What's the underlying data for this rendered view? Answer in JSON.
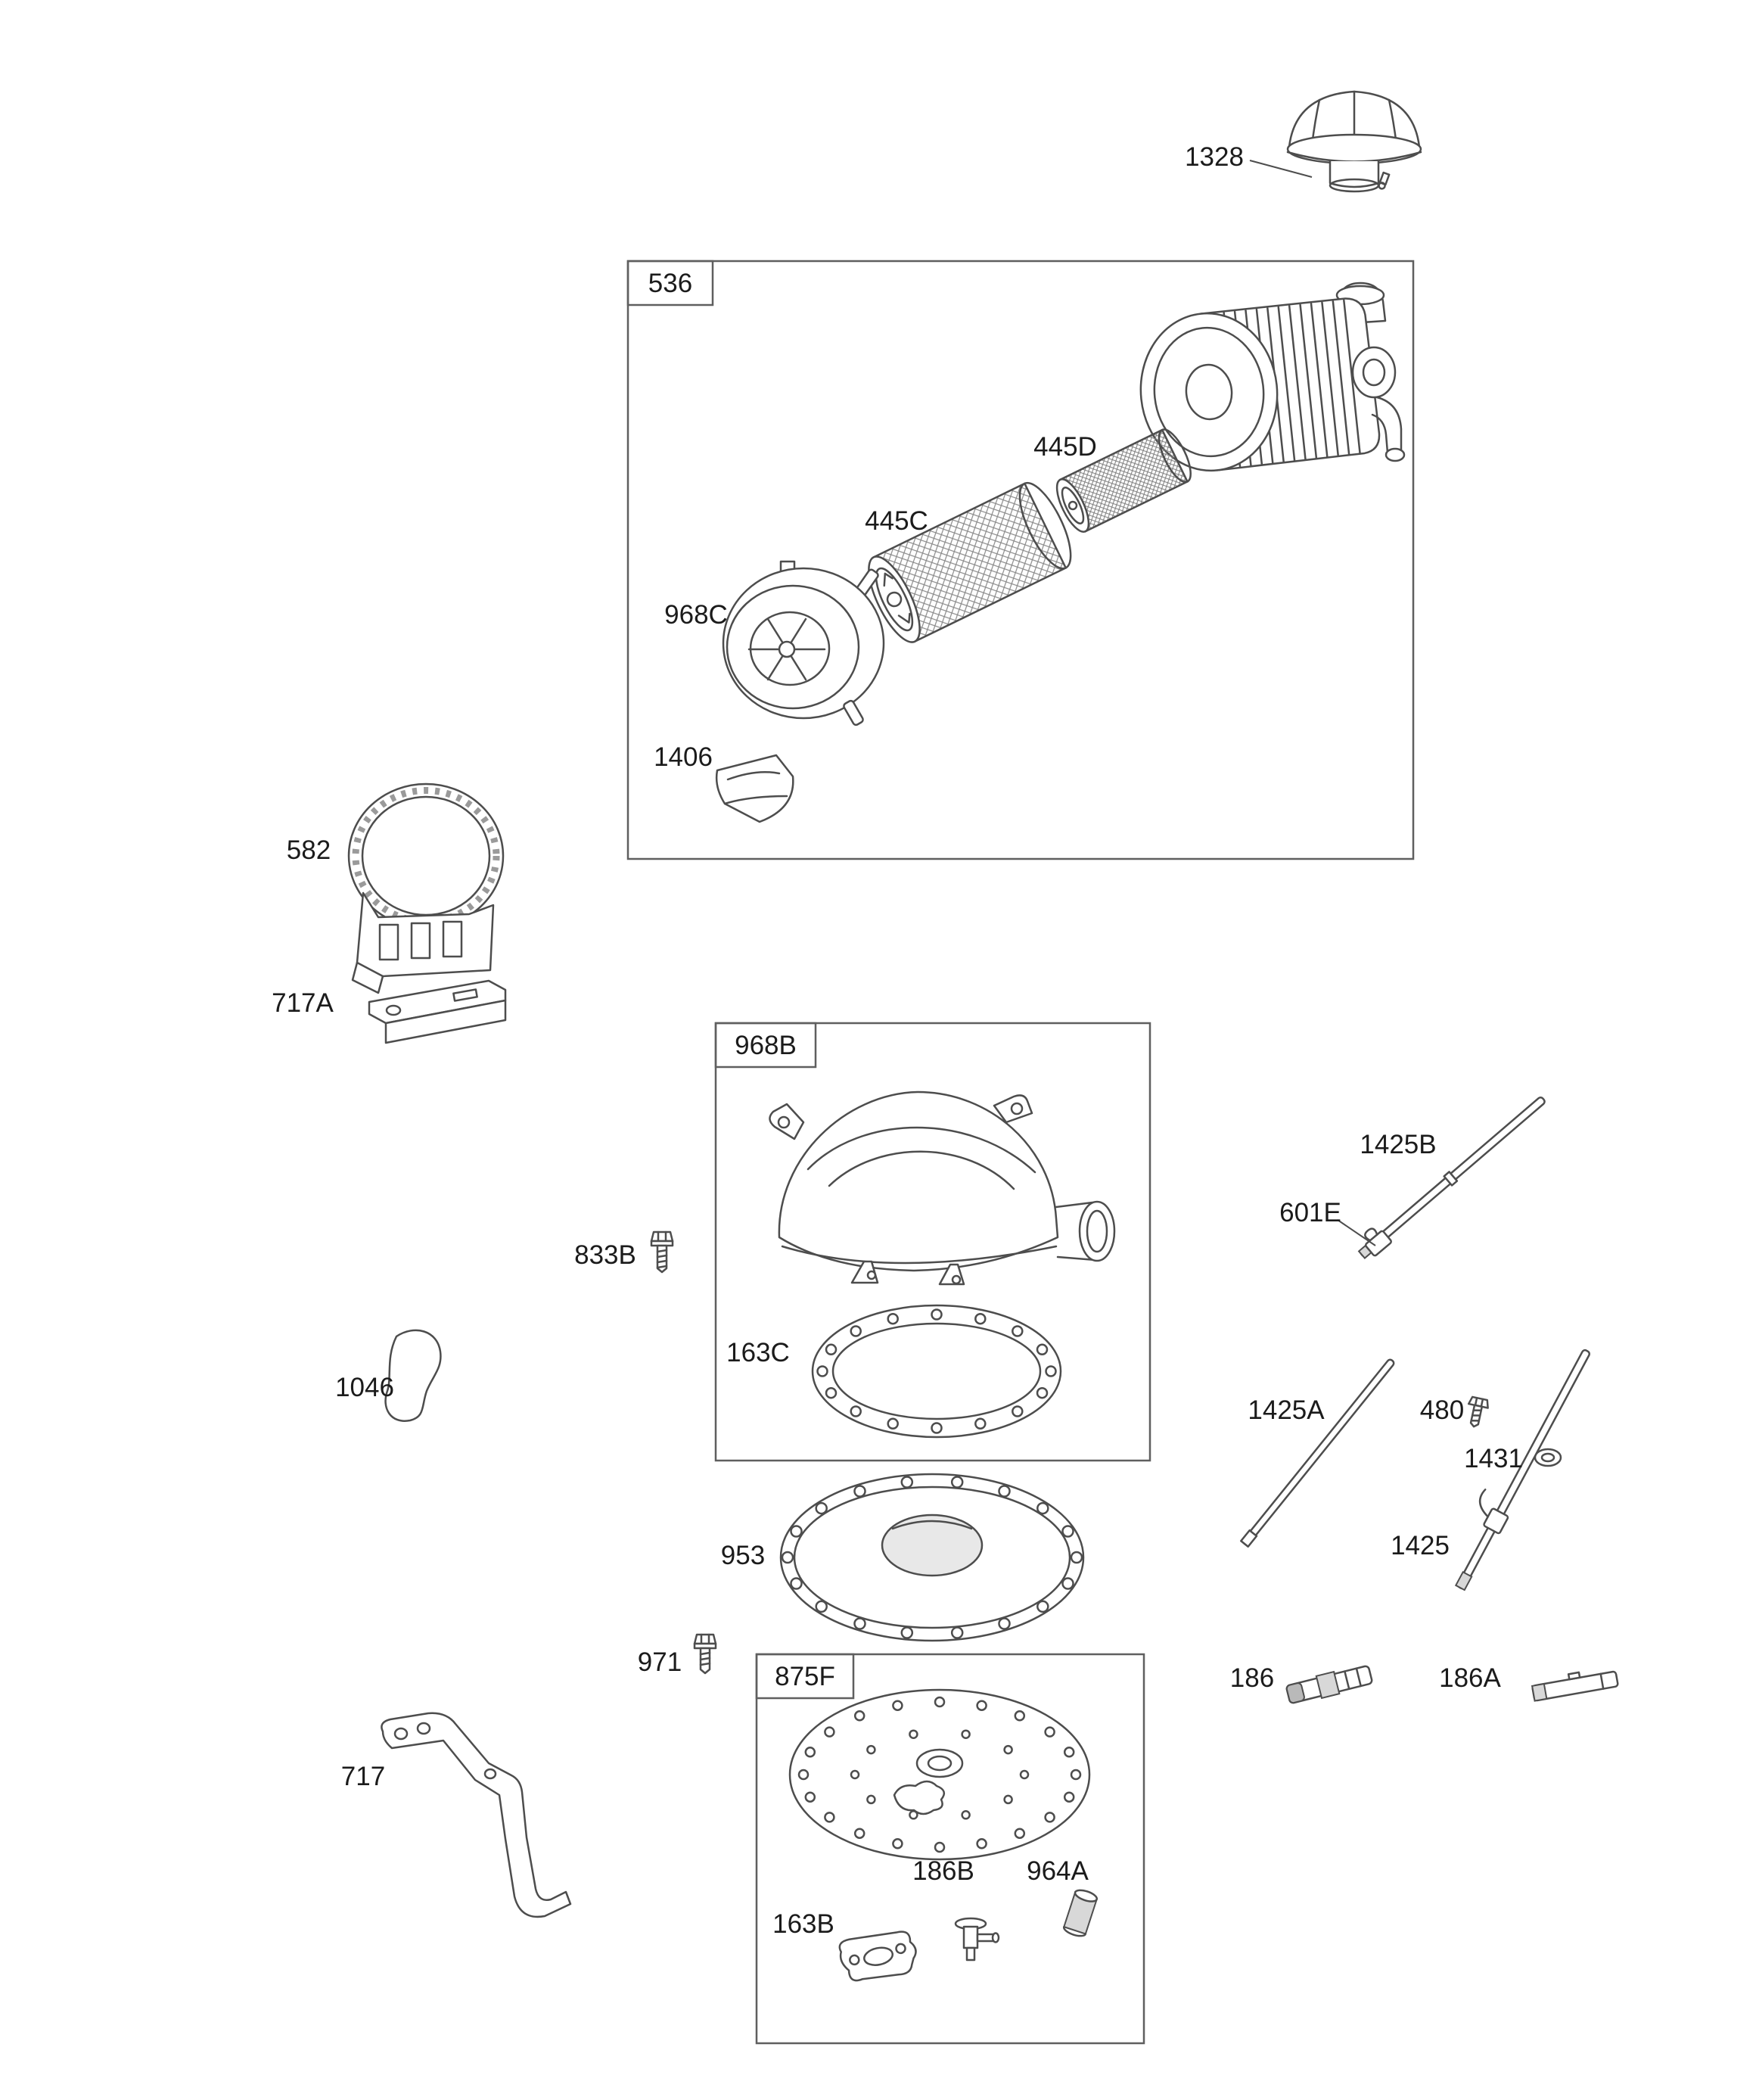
{
  "diagram": {
    "type": "exploded-parts-diagram",
    "background": "#ffffff",
    "line_color": "#4d4d4d",
    "group_boxes": [
      "536",
      "968B",
      "875F"
    ],
    "labels": {
      "1328": "1328",
      "536": "536",
      "445D": "445D",
      "445C": "445C",
      "968C": "968C",
      "1406": "1406",
      "582": "582",
      "717A": "717A",
      "968B": "968B",
      "1425B": "1425B",
      "601E": "601E",
      "833B": "833B",
      "163C": "163C",
      "1046": "1046",
      "1425A": "1425A",
      "480": "480",
      "1431": "1431",
      "953": "953",
      "1425": "1425",
      "971": "971",
      "875F": "875F",
      "186": "186",
      "186A": "186A",
      "717": "717",
      "186B": "186B",
      "964A": "964A",
      "163B": "163B"
    }
  }
}
